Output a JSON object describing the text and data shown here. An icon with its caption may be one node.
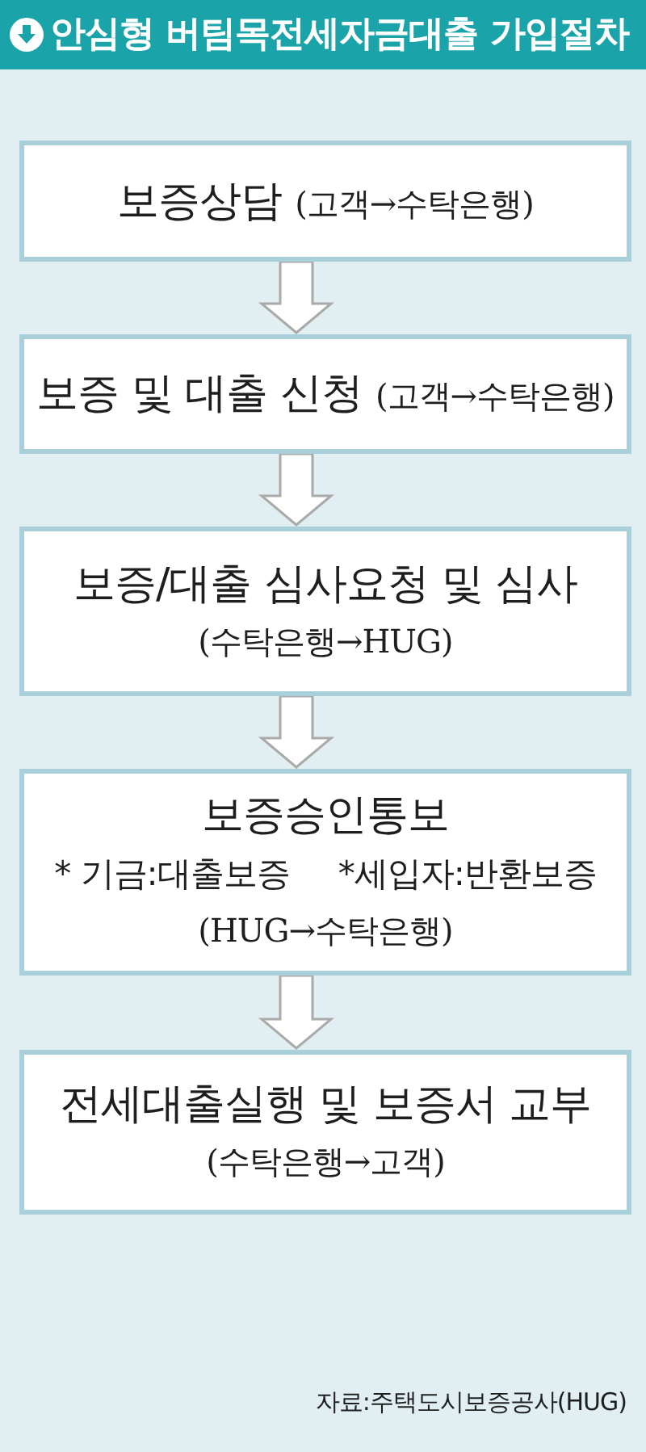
{
  "diagram": {
    "title": "안심형 버팀목전세자금대출 가입절차",
    "nodes": [
      {
        "text": [
          "보증상담",
          "(고객→수탁은행)"
        ]
      },
      {
        "text": [
          "보증 및 대출 신청",
          "(고객→수탁은행)"
        ]
      },
      {
        "text": [
          "보증/대출 심사요청 및 심사",
          "(수탁은행→HUG)"
        ]
      },
      {
        "text": [
          "보증승인통보",
          "* 기금:대출보증",
          "*세입자:반환보증",
          "(HUG→수탁은행)"
        ]
      },
      {
        "text": [
          "전세대출실행 및 보증서 교부",
          "(수탁은행→고객)"
        ]
      }
    ],
    "edges": [
      {
        "from": 0,
        "to": 1,
        "arrow": "to"
      },
      {
        "from": 1,
        "to": 2,
        "arrow": "to"
      },
      {
        "from": 2,
        "to": 3,
        "arrow": "to"
      },
      {
        "from": 3,
        "to": 4,
        "arrow": "to"
      }
    ],
    "labels": [
      "자료:주택도시보증공사(HUG)"
    ]
  }
}
